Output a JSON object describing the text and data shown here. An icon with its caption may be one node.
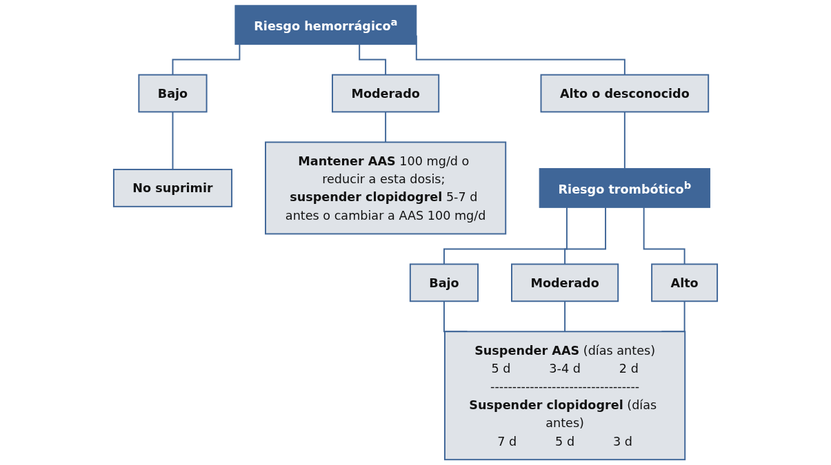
{
  "diagram": {
    "nodes": [
      {
        "text": [
          "Riesgo hemorrágico$^{a}$"
        ]
      },
      {
        "text": [
          "Bajo"
        ]
      },
      {
        "text": [
          "Moderado"
        ]
      },
      {
        "text": [
          "Alto o desconocido"
        ]
      },
      {
        "text": [
          "No suprimir"
        ]
      },
      {
        "text": [
          "**Mantener AAS** 100 mg/d o reducir a esta dosis; **suspender clopidogrel** 5-7 d antes o cambiar a AAS 100 mg/d"
        ]
      },
      {
        "text": [
          "Riesgo trombótico$^{b}$"
        ]
      },
      {
        "text": [
          "Bajo"
        ]
      },
      {
        "text": [
          "Moderado"
        ]
      },
      {
        "text": [
          "Alto"
        ]
      },
      {
        "text": [
          "**Suspender AAS** (días antes)",
          "5 d",
          "3-4 d",
          "2 d",
          "----------------------------------",
          "**Suspender clopidogrel** (días antes)",
          "7 d",
          "5 d",
          "3 d"
        ]
      }
    ],
    "edges": [
      {
        "from": 0,
        "to": 1,
        "arrow": "none"
      },
      {
        "from": 0,
        "to": 2,
        "arrow": "none"
      },
      {
        "from": 0,
        "to": 3,
        "arrow": "none"
      },
      {
        "from": 1,
        "to": 4,
        "arrow": "none"
      },
      {
        "from": 2,
        "to": 5,
        "arrow": "none"
      },
      {
        "from": 3,
        "to": 6,
        "arrow": "none"
      },
      {
        "from": 6,
        "to": 7,
        "arrow": "none"
      },
      {
        "from": 6,
        "to": 8,
        "arrow": "none"
      },
      {
        "from": 6,
        "to": 9,
        "arrow": "none"
      },
      {
        "from": 7,
        "to": 10,
        "arrow": "none"
      },
      {
        "from": 8,
        "to": 10,
        "arrow": "none"
      },
      {
        "from": 9,
        "to": 10,
        "arrow": "none"
      }
    ]
  }
}
